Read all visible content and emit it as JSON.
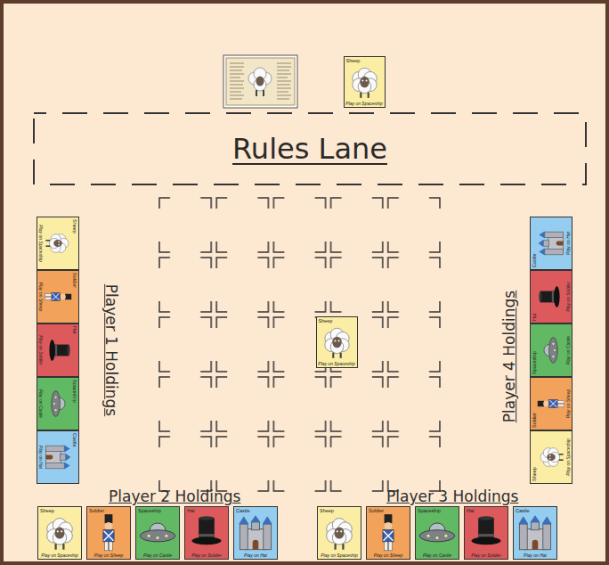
{
  "diagram": {
    "nodes": [
      {
        "text": [
          "Sheep",
          "Play on Spaceship"
        ]
      },
      {
        "text": [
          "Rules Lane"
        ]
      },
      {
        "text": [
          "Sheep",
          "Play on Spaceship"
        ]
      },
      {
        "text": [
          "Soldier",
          "Play on Sheep"
        ]
      },
      {
        "text": [
          "Hat",
          "Play on Soldier"
        ]
      },
      {
        "text": [
          "Spaceship",
          "Play on Castle"
        ]
      },
      {
        "text": [
          "Castle",
          "Play on Hat"
        ]
      },
      {
        "text": [
          "Sheep",
          "Play on Spaceship"
        ]
      },
      {
        "text": [
          "Castle",
          "Play on Hat"
        ]
      },
      {
        "text": [
          "Hat",
          "Play on Soldier"
        ]
      },
      {
        "text": [
          "Spaceship",
          "Play on Castle"
        ]
      },
      {
        "text": [
          "Soldier",
          "Play on Sheep"
        ]
      },
      {
        "text": [
          "Sheep",
          "Play on Spaceship"
        ]
      },
      {
        "text": [
          "Sheep",
          "Play on Spaceship"
        ]
      },
      {
        "text": [
          "Soldier",
          "Play on Sheep"
        ]
      },
      {
        "text": [
          "Spaceship",
          "Play on Castle"
        ]
      },
      {
        "text": [
          "Hat",
          "Play on Soldier"
        ]
      },
      {
        "text": [
          "Castle",
          "Play on Hat"
        ]
      },
      {
        "text": [
          "Sheep",
          "Play on Spaceship"
        ]
      },
      {
        "text": [
          "Soldier",
          "Play on Sheep"
        ]
      },
      {
        "text": [
          "Spaceship",
          "Play on Castle"
        ]
      },
      {
        "text": [
          "Hat",
          "Play on Soldier"
        ]
      },
      {
        "text": [
          "Castle",
          "Play on Hat"
        ]
      }
    ],
    "labels": [
      "Player 1 Holdings",
      "Player 2 Holdings",
      "Player 3 Holdings",
      "Player 4 Holdings"
    ]
  }
}
